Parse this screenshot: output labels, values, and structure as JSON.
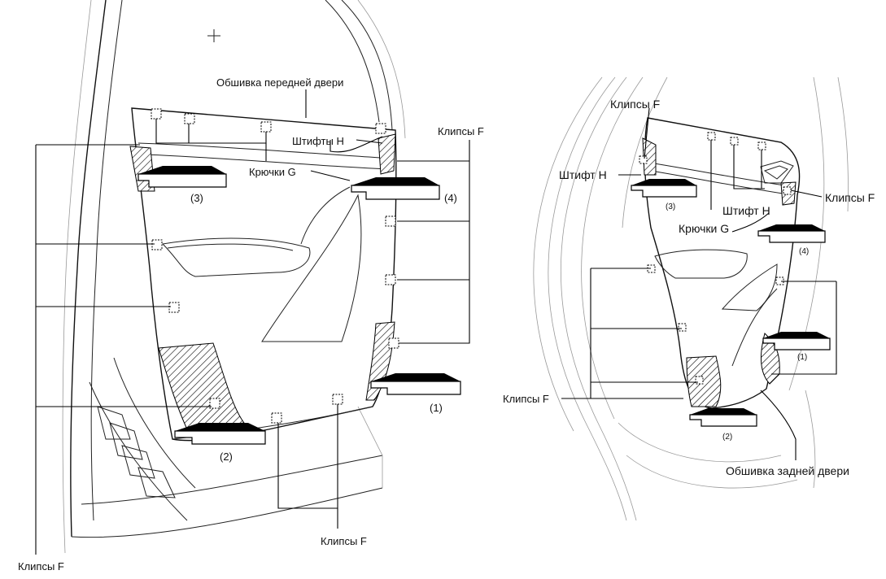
{
  "labels": {
    "front_trim": "Обшивка передней двери",
    "rear_trim": "Обшивка задней двери",
    "clips": "Клипсы F",
    "pins_plural": "Штифты H",
    "pin_singular": "Штифт H",
    "hooks": "Крючки G"
  },
  "steps": {
    "one": "(1)",
    "two": "(2)",
    "three": "(3)",
    "four": "(4)"
  }
}
